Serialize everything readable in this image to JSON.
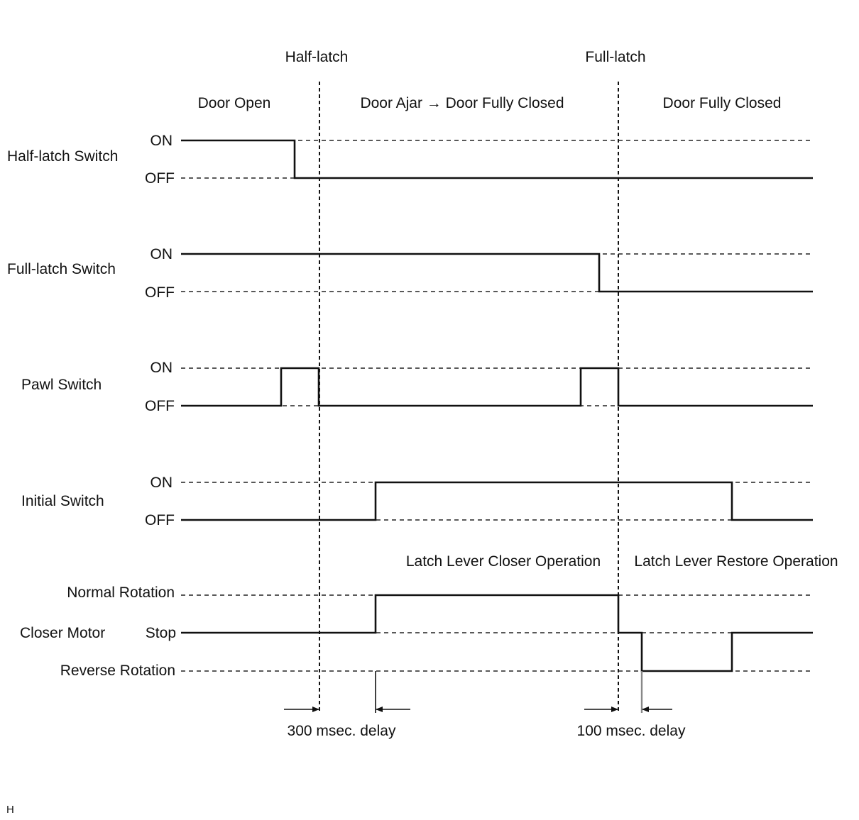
{
  "diagram": {
    "markers": {
      "half_latch": "Half-latch",
      "full_latch": "Full-latch"
    },
    "phases": {
      "door_open": "Door Open",
      "door_ajar": "Door Ajar → Door Fully Closed",
      "door_fully_closed": "Door Fully Closed"
    },
    "signals": [
      {
        "id": "half-latch-switch",
        "name": "Half-latch Switch",
        "high_label": "ON",
        "low_label": "OFF"
      },
      {
        "id": "full-latch-switch",
        "name": "Full-latch Switch",
        "high_label": "ON",
        "low_label": "OFF"
      },
      {
        "id": "pawl-switch",
        "name": "Pawl Switch",
        "high_label": "ON",
        "low_label": "OFF"
      },
      {
        "id": "initial-switch",
        "name": "Initial Switch",
        "high_label": "ON",
        "low_label": "OFF"
      }
    ],
    "motor": {
      "name": "Closer Motor",
      "normal_label": "Normal Rotation",
      "stop_label": "Stop",
      "reverse_label": "Reverse Rotation",
      "closer_operation": "Latch Lever Closer Operation",
      "restore_operation": "Latch Lever Restore Operation"
    },
    "delays": {
      "first": "300 msec. delay",
      "second": "100 msec. delay"
    },
    "corner_code": "H"
  }
}
